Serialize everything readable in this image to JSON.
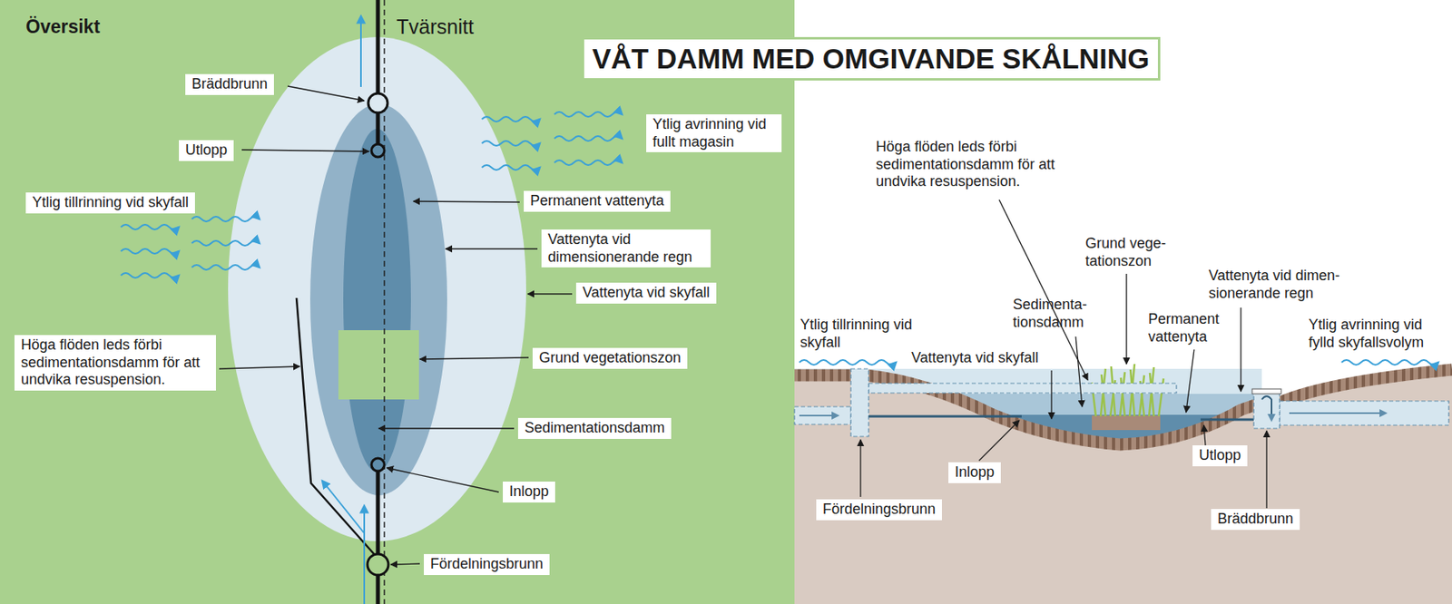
{
  "diagram": {
    "title": "VÅT DAMM MED OMGIVANDE SKÅLNING",
    "nodes": [
      {
        "text": [
          "Bräddbrunn"
        ]
      },
      {
        "text": [
          "Utlopp"
        ]
      },
      {
        "text": [
          "Ytlig tillrinning vid skyfall"
        ]
      },
      {
        "text": [
          "Ytlig avrinning vid fullt magasin"
        ]
      },
      {
        "text": [
          "Permanent vattenyta"
        ]
      },
      {
        "text": [
          "Vattenyta vid dimensionerande regn"
        ]
      },
      {
        "text": [
          "Vattenyta vid skyfall"
        ]
      },
      {
        "text": [
          "Höga flöden leds förbi sedimentationsdamm för att undvika resuspension."
        ]
      },
      {
        "text": [
          "Grund vegetationszon"
        ]
      },
      {
        "text": [
          "Sedimentationsdamm"
        ]
      },
      {
        "text": [
          "Inlopp"
        ]
      },
      {
        "text": [
          "Fördelningsbrunn"
        ]
      },
      {
        "text": [
          "Inlopp"
        ]
      },
      {
        "text": [
          "Fördelningsbrunn"
        ]
      },
      {
        "text": [
          "Utlopp"
        ]
      },
      {
        "text": [
          "Bräddbrunn"
        ]
      }
    ],
    "labels": [
      "Översikt",
      "Tvärsnitt",
      "Höga flöden leds förbi sedimentationsdamm för att undvika resuspension.",
      "Grund vege- tationszon",
      "Sedimenta- tionsdamm",
      "Permanent vattenyta",
      "Vattenyta vid dimen- sionerande regn",
      "Ytlig tillrinning vid skyfall",
      "Vattenyta vid skyfall",
      "Ytlig avrinning vid fylld skyfallsvolym"
    ]
  }
}
